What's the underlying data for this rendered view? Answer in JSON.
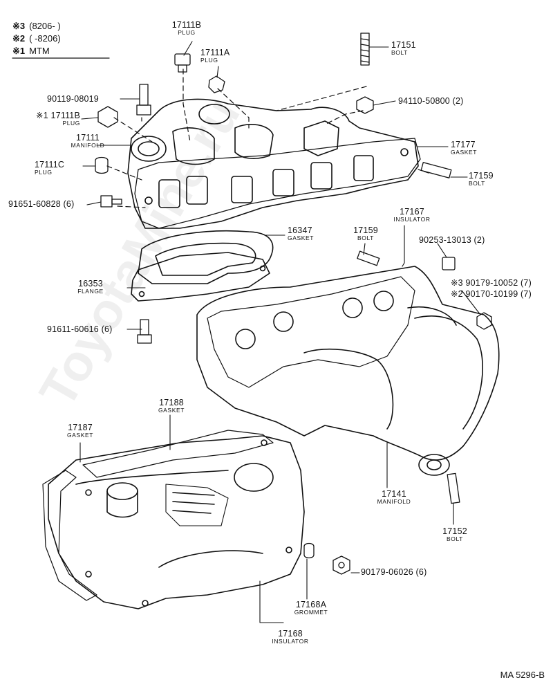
{
  "legend": {
    "rows": [
      {
        "mark": "※3",
        "value": "(8206-        )"
      },
      {
        "mark": "※2",
        "value": "(        -8206)"
      },
      {
        "mark": "※1",
        "value": "MTM"
      }
    ]
  },
  "labels": {
    "p17111B_top": {
      "pn": "17111B",
      "name": "PLUG"
    },
    "p17111A": {
      "pn": "17111A",
      "name": "PLUG"
    },
    "p17151": {
      "pn": "17151",
      "name": "BOLT"
    },
    "p90119": {
      "pn": "90119-08019"
    },
    "p94110": {
      "pn": "94110-50800 (2)"
    },
    "p17111B_left": {
      "pn": "※1 17111B",
      "name": "PLUG"
    },
    "p17111": {
      "pn": "17111",
      "name": "MANIFOLD"
    },
    "p17177": {
      "pn": "17177",
      "name": "GASKET"
    },
    "p17111C": {
      "pn": "17111C",
      "name": "PLUG"
    },
    "p17159_right": {
      "pn": "17159",
      "name": "BOLT"
    },
    "p91651": {
      "pn": "91651-60828 (6)"
    },
    "p17167": {
      "pn": "17167",
      "name": "INSULATOR"
    },
    "p16347": {
      "pn": "16347",
      "name": "GASKET"
    },
    "p17159_mid": {
      "pn": "17159",
      "name": "BOLT"
    },
    "p90253": {
      "pn": "90253-13013 (2)"
    },
    "p16353": {
      "pn": "16353",
      "name": "FLANGE"
    },
    "p90179_10052": {
      "pn": "※3 90179-10052 (7)"
    },
    "p90170_10199": {
      "pn": "※2 90170-10199 (7)"
    },
    "p91611": {
      "pn": "91611-60616 (6)"
    },
    "p17188": {
      "pn": "17188",
      "name": "GASKET"
    },
    "p17187": {
      "pn": "17187",
      "name": "GASKET"
    },
    "p17141": {
      "pn": "17141",
      "name": "MANIFOLD"
    },
    "p17152": {
      "pn": "17152",
      "name": "BOLT"
    },
    "p90179_06026": {
      "pn": "90179-06026 (6)"
    },
    "p17168A": {
      "pn": "17168A",
      "name": "GROMMET"
    },
    "p17168": {
      "pn": "17168",
      "name": "INSULATOR"
    }
  },
  "reference": "MA 5296-B",
  "watermark": "ToyotaMine.ru"
}
